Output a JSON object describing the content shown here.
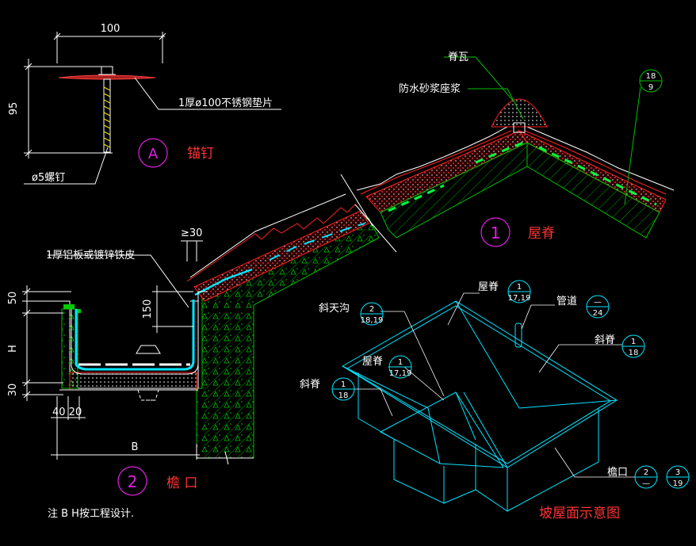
{
  "detail_a": {
    "dim_width": "100",
    "dim_height": "95",
    "pad_label": "1厚ø100不锈钢垫片",
    "screw_label": "ø5螺钉",
    "marker": "A",
    "title": "锚钉"
  },
  "detail_1": {
    "ridge_tile": "脊瓦",
    "mortar": "防水砂浆座浆",
    "ref_top": "18",
    "ref_bottom": "9",
    "marker": "1",
    "title": "屋脊"
  },
  "detail_2": {
    "dim_30_top": "≥30",
    "sheet_label": "1厚铝板或镀锌铁皮",
    "dim_50": "50",
    "dim_h": "H",
    "dim_30": "30",
    "dim_150": "150",
    "dim_4020": "40 20",
    "dim_b": "B",
    "marker": "2",
    "title": "檐 口"
  },
  "note": "注  B  H按工程设计.",
  "roof_plan": {
    "title": "坡屋面示意图",
    "callouts": {
      "ridge_top": {
        "label": "屋脊",
        "top": "1",
        "bottom": "17,19"
      },
      "pipe": {
        "label": "管道",
        "top": "—",
        "bottom": "24"
      },
      "valley": {
        "label": "斜天沟",
        "top": "2",
        "bottom": "18,19"
      },
      "hip_right": {
        "label": "斜脊",
        "top": "1",
        "bottom": "18"
      },
      "ridge_mid": {
        "label": "屋脊",
        "top": "1",
        "bottom": "17,19"
      },
      "hip_left": {
        "label": "斜脊",
        "top": "1",
        "bottom": "18"
      },
      "eave": {
        "label": "檐口",
        "ref1_top": "2",
        "ref1_bottom": "—",
        "ref2_top": "3",
        "ref2_bottom": "19"
      }
    }
  },
  "colors": {
    "background": "#000000",
    "line_white": "#ffffff",
    "line_green": "#00cc00",
    "line_red": "#ff2020",
    "line_cyan": "#00e5ff",
    "magenta": "#e020e0"
  }
}
